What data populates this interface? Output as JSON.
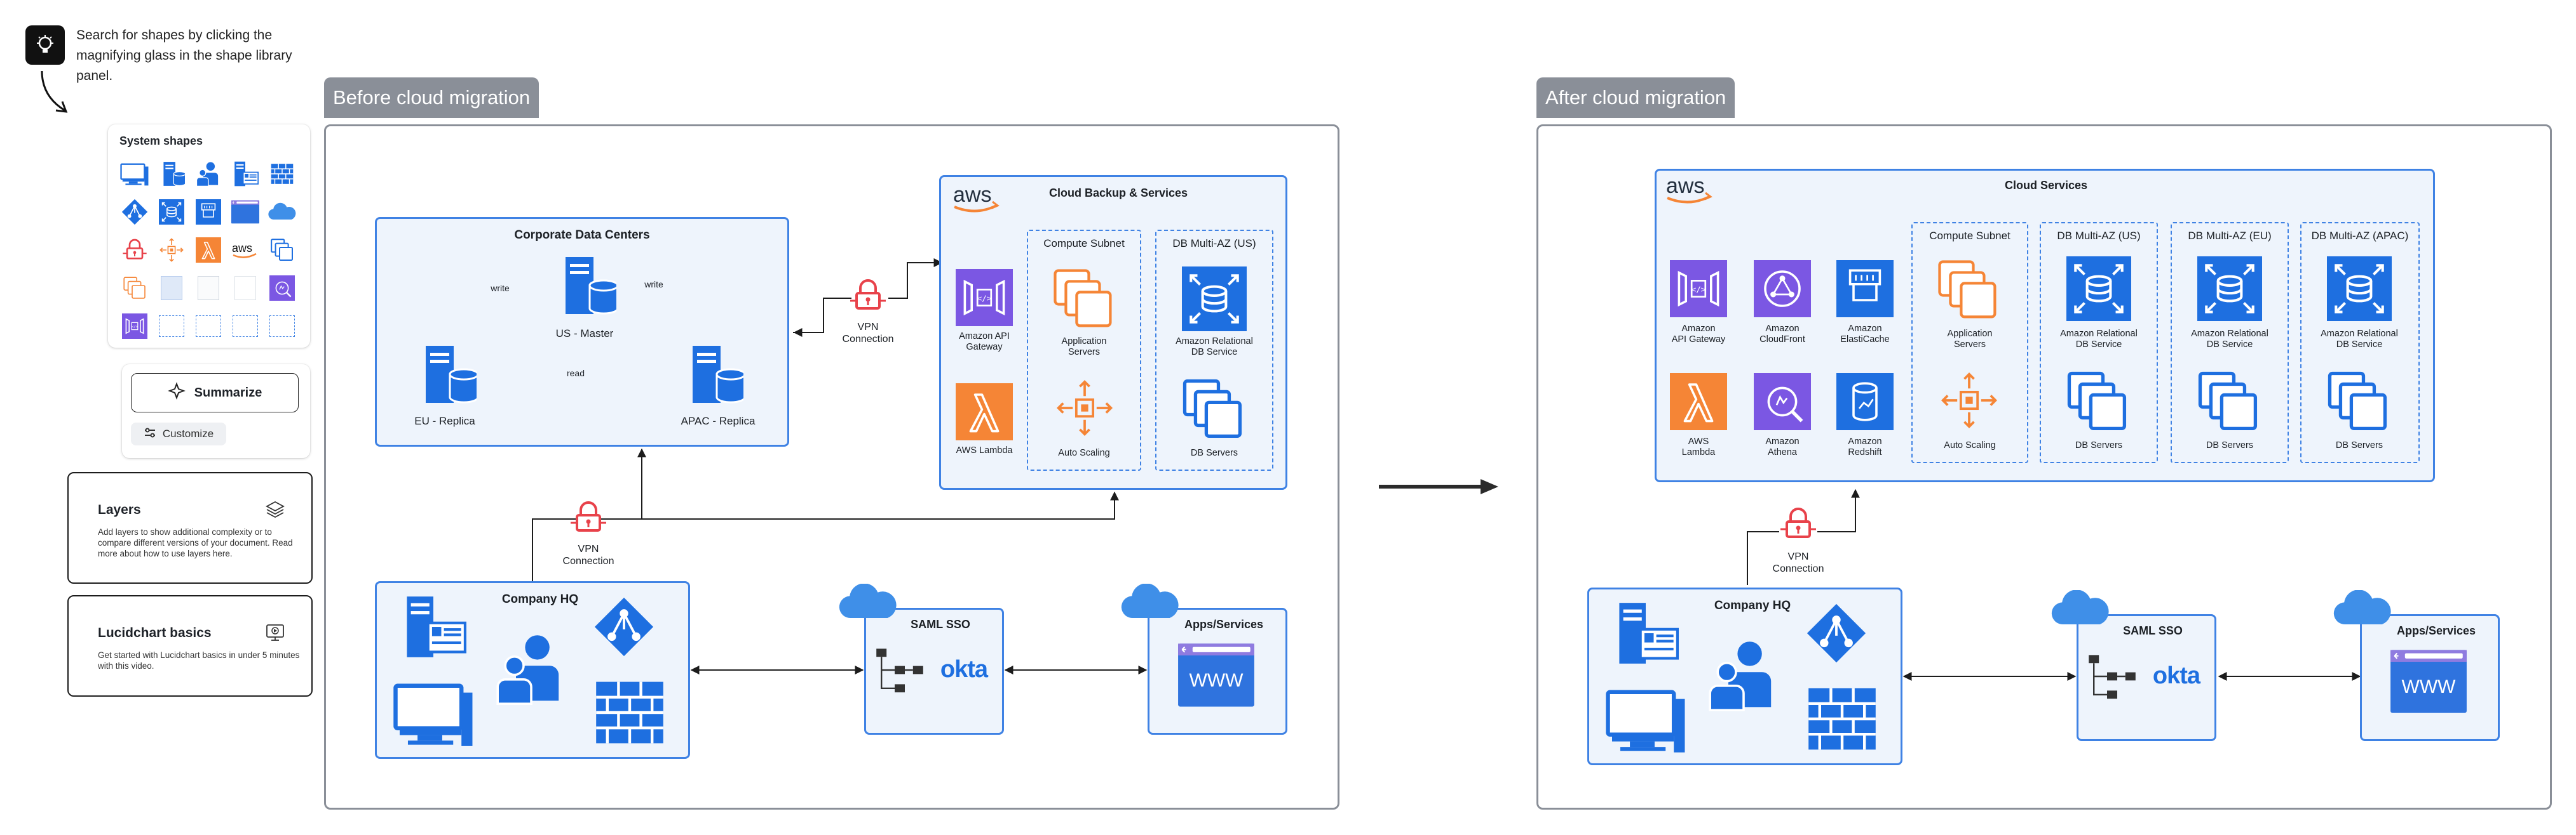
{
  "tip": {
    "text": "Search for shapes by clicking the magnifying glass in the shape library panel.",
    "icon": "lightbulb-icon"
  },
  "shape_library": {
    "title": "System shapes"
  },
  "summarize": {
    "label": "Summarize",
    "customize_label": "Customize"
  },
  "layers_card": {
    "title": "Layers",
    "description": "Add layers to show additional complexity or to compare different versions of your document. Read more about how to use layers here."
  },
  "basics_card": {
    "title": "Lucidchart basics",
    "description": "Get started with Lucidchart basics in under 5 minutes with this video."
  },
  "before": {
    "frame_title": "Before cloud migration",
    "corporate": {
      "title": "Corporate Data Centers",
      "master": "US - Master",
      "eu": "EU - Replica",
      "apac": "APAC - Replica",
      "write_left": "write",
      "write_right": "write",
      "read": "read"
    },
    "vpn_top": "VPN\nConnection",
    "vpn_bottom": "VPN\nConnection",
    "cloud": {
      "logo": "aws",
      "title": "Cloud Backup & Services",
      "api_gateway": "Amazon API\nGateway",
      "lambda": "AWS Lambda",
      "compute_subnet": "Compute Subnet",
      "app_servers": "Application\nServers",
      "auto_scaling": "Auto Scaling",
      "db_group": "DB Multi-AZ (US)",
      "rds": "Amazon Relational\nDB Service",
      "db_servers": "DB Servers"
    },
    "hq": {
      "title": "Company HQ"
    },
    "sso": {
      "title": "SAML SSO",
      "logo": "okta"
    },
    "apps": {
      "title": "Apps/Services",
      "www": "WWW"
    }
  },
  "after": {
    "frame_title": "After cloud migration",
    "cloud": {
      "logo": "aws",
      "title": "Cloud Services",
      "api_gateway": "Amazon\nAPI Gateway",
      "cloudfront": "Amazon\nCloudFront",
      "elasticache": "Amazon\nElastiCache",
      "lambda": "AWS\nLambda",
      "athena": "Amazon\nAthena",
      "redshift": "Amazon\nRedshift",
      "compute_subnet": "Compute Subnet",
      "app_servers": "Application\nServers",
      "auto_scaling": "Auto Scaling",
      "db_us": "DB Multi-AZ (US)",
      "db_eu": "DB Multi-AZ (EU)",
      "db_apac": "DB Multi-AZ (APAC)",
      "rds": "Amazon Relational\nDB Service",
      "db_servers": "DB Servers"
    },
    "vpn": "VPN\nConnection",
    "hq": {
      "title": "Company HQ"
    },
    "sso": {
      "title": "SAML SSO",
      "logo": "okta"
    },
    "apps": {
      "title": "Apps/Services",
      "www": "WWW"
    }
  },
  "colors": {
    "aws_blue": "#1e6fe0",
    "aws_orange": "#f58536",
    "purple": "#7b57e3",
    "vpn_red": "#e8424a",
    "frame_gray": "#8a8f98",
    "box_border": "#3f82e4",
    "box_fill": "#eef4fc"
  }
}
